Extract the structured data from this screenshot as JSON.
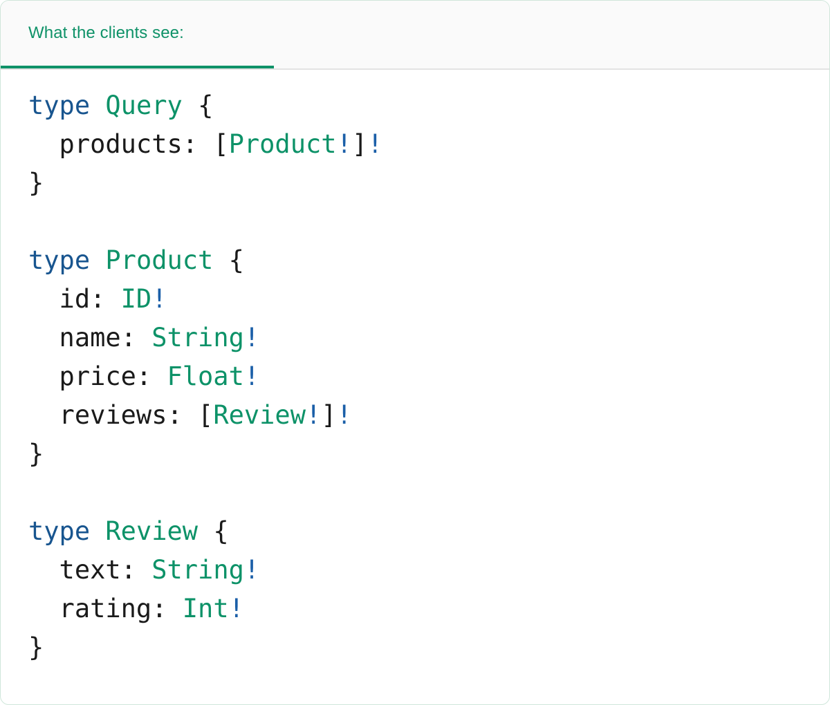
{
  "card": {
    "border_color": "#cfe6da",
    "background": "#ffffff"
  },
  "header": {
    "tab_label": "What the clients see:",
    "accent_color": "#0f9268",
    "background": "#fafafa",
    "divider_color": "#e3e3e3"
  },
  "code": {
    "language": "graphql",
    "colors": {
      "keyword": "#18558f",
      "type_name": "#0d9268",
      "field_name": "#1a1a1a",
      "punctuation": "#1a1a1a",
      "non_null_bang": "#1b5fa8"
    },
    "lines": [
      {
        "id": "l1",
        "tokens": [
          {
            "t": "type",
            "c": "kw"
          },
          {
            "t": " ",
            "c": "plain"
          },
          {
            "t": "Query",
            "c": "type"
          },
          {
            "t": " ",
            "c": "plain"
          },
          {
            "t": "{",
            "c": "punct"
          }
        ]
      },
      {
        "id": "l2",
        "tokens": [
          {
            "t": "  products: ",
            "c": "plain"
          },
          {
            "t": "[",
            "c": "punct"
          },
          {
            "t": "Product",
            "c": "type"
          },
          {
            "t": "!",
            "c": "bang"
          },
          {
            "t": "]",
            "c": "punct"
          },
          {
            "t": "!",
            "c": "bang"
          }
        ]
      },
      {
        "id": "l3",
        "tokens": [
          {
            "t": "}",
            "c": "punct"
          }
        ]
      },
      {
        "id": "l4",
        "tokens": []
      },
      {
        "id": "l5",
        "tokens": [
          {
            "t": "type",
            "c": "kw"
          },
          {
            "t": " ",
            "c": "plain"
          },
          {
            "t": "Product",
            "c": "type"
          },
          {
            "t": " ",
            "c": "plain"
          },
          {
            "t": "{",
            "c": "punct"
          }
        ]
      },
      {
        "id": "l6",
        "tokens": [
          {
            "t": "  id: ",
            "c": "plain"
          },
          {
            "t": "ID",
            "c": "type"
          },
          {
            "t": "!",
            "c": "bang"
          }
        ]
      },
      {
        "id": "l7",
        "tokens": [
          {
            "t": "  name: ",
            "c": "plain"
          },
          {
            "t": "String",
            "c": "type"
          },
          {
            "t": "!",
            "c": "bang"
          }
        ]
      },
      {
        "id": "l8",
        "tokens": [
          {
            "t": "  price: ",
            "c": "plain"
          },
          {
            "t": "Float",
            "c": "type"
          },
          {
            "t": "!",
            "c": "bang"
          }
        ]
      },
      {
        "id": "l9",
        "tokens": [
          {
            "t": "  reviews: ",
            "c": "plain"
          },
          {
            "t": "[",
            "c": "punct"
          },
          {
            "t": "Review",
            "c": "type"
          },
          {
            "t": "!",
            "c": "bang"
          },
          {
            "t": "]",
            "c": "punct"
          },
          {
            "t": "!",
            "c": "bang"
          }
        ]
      },
      {
        "id": "l10",
        "tokens": [
          {
            "t": "}",
            "c": "punct"
          }
        ]
      },
      {
        "id": "l11",
        "tokens": []
      },
      {
        "id": "l12",
        "tokens": [
          {
            "t": "type",
            "c": "kw"
          },
          {
            "t": " ",
            "c": "plain"
          },
          {
            "t": "Review",
            "c": "type"
          },
          {
            "t": " ",
            "c": "plain"
          },
          {
            "t": "{",
            "c": "punct"
          }
        ]
      },
      {
        "id": "l13",
        "tokens": [
          {
            "t": "  text: ",
            "c": "plain"
          },
          {
            "t": "String",
            "c": "type"
          },
          {
            "t": "!",
            "c": "bang"
          }
        ]
      },
      {
        "id": "l14",
        "tokens": [
          {
            "t": "  rating: ",
            "c": "plain"
          },
          {
            "t": "Int",
            "c": "type"
          },
          {
            "t": "!",
            "c": "bang"
          }
        ]
      },
      {
        "id": "l15",
        "tokens": [
          {
            "t": "}",
            "c": "punct"
          }
        ]
      }
    ]
  }
}
